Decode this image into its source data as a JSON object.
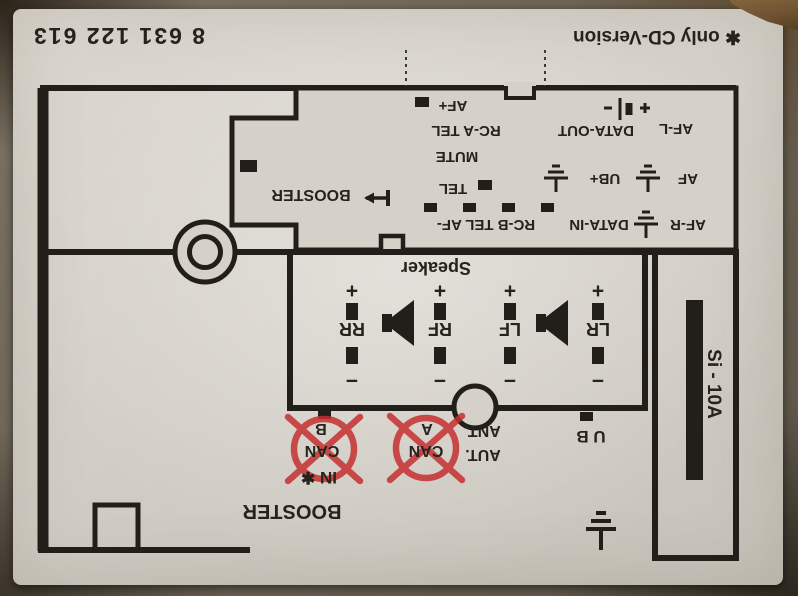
{
  "colors": {
    "photo_background": "#6e6557",
    "label_background": "#d5d1c9",
    "ink": "#221f1a",
    "cross_red": "#c53030"
  },
  "header": {
    "part_number": "8 631 122 613",
    "cd_note": "✱ only CD-Version"
  },
  "connector": {
    "booster": "BOOSTER",
    "cd_pins": {
      "af_plus": "AF+",
      "rca_tel": "RC-A TEL",
      "mute": "MUTE",
      "tel": "TEL",
      "rcb_tel_af_minus": "RC-B TEL AF-"
    },
    "right_pins": {
      "data_out": "DATA-OUT",
      "af_l": "AF-L",
      "ub_plus": "UB+",
      "af_gnd": "AF",
      "data_in": "DATA-IN",
      "af_r": "AF-R"
    }
  },
  "speaker_section": {
    "title": "Speaker",
    "plus": "+",
    "minus": "−",
    "channels": [
      "RR",
      "RF",
      "LF",
      "LR"
    ]
  },
  "bottom": {
    "can": "CAN",
    "can_b": "B",
    "can_a": "A",
    "ant": "ANT.",
    "aut": "AUT.",
    "ub": "U B",
    "in_star": "IN ✱",
    "booster": "BOOSTER"
  },
  "fuse": {
    "label": "Si - 10A"
  }
}
